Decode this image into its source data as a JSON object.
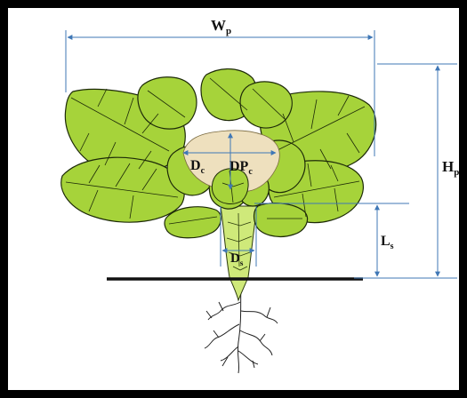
{
  "labels": {
    "wp": {
      "main": "W",
      "sub": "p"
    },
    "hp": {
      "main": "H",
      "sub": "p"
    },
    "dc": {
      "main": "D",
      "sub": "c"
    },
    "dpc": {
      "main": "DP",
      "sub": "c"
    },
    "ls": {
      "main": "L",
      "sub": "s"
    },
    "ds": {
      "main": "D",
      "sub": "s"
    }
  },
  "colors": {
    "leaf": "#a6d33a",
    "leaf_vein": "#1d2a08",
    "curd": "#eee0be",
    "stem": "#cfe97a",
    "dimension_line": "#3f77b6",
    "soil_line": "#111111",
    "roots": "#222222",
    "frame": "#000000"
  }
}
